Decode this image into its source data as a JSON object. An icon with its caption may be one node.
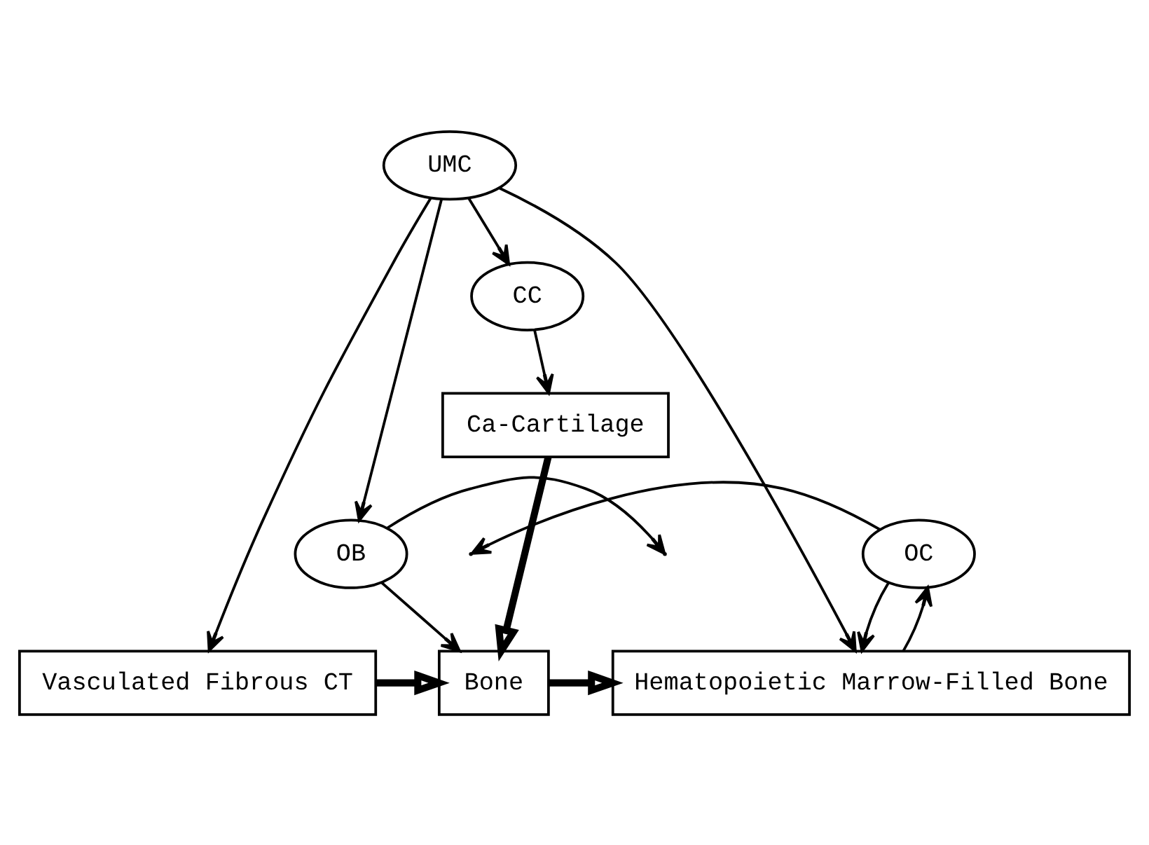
{
  "diagram": {
    "nodes": [
      {
        "text": [
          "UMC"
        ]
      },
      {
        "text": [
          "CC"
        ]
      },
      {
        "text": [
          "Ca-Cartilage"
        ]
      },
      {
        "text": [
          "OB"
        ]
      },
      {
        "text": [
          "OC"
        ]
      },
      {
        "text": [
          "Vasculated Fibrous CT"
        ]
      },
      {
        "text": [
          "Bone"
        ]
      },
      {
        "text": [
          "Hematopoietic Marrow-Filled Bone"
        ]
      }
    ],
    "edges": [
      {
        "from": 0,
        "to": 1,
        "arrow": "to"
      },
      {
        "from": 1,
        "to": 2,
        "arrow": "to"
      },
      {
        "from": 0,
        "to": 3,
        "arrow": "to"
      },
      {
        "from": 0,
        "to": 5,
        "arrow": "to"
      },
      {
        "from": 0,
        "to": 7,
        "arrow": "to"
      },
      {
        "from": 2,
        "to": 6,
        "arrow": "to",
        "style": "thick"
      },
      {
        "from": 3,
        "to": null,
        "arrow": "to"
      },
      {
        "from": 4,
        "to": null,
        "arrow": "to"
      },
      {
        "from": 3,
        "to": 6,
        "arrow": "to"
      },
      {
        "from": 4,
        "to": 7,
        "arrow": "to"
      },
      {
        "from": 7,
        "to": 4,
        "arrow": "to"
      },
      {
        "from": 5,
        "to": 6,
        "arrow": "to",
        "style": "thick"
      },
      {
        "from": 6,
        "to": 7,
        "arrow": "to",
        "style": "thick"
      }
    ]
  }
}
